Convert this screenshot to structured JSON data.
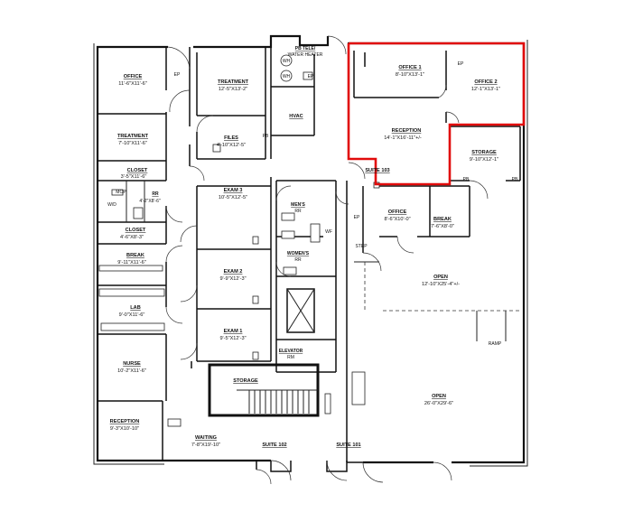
{
  "rooms": {
    "office_left": {
      "name": "OFFICE",
      "dim": "11'-6\"X11'-6\""
    },
    "treatment_top": {
      "name": "TREATMENT",
      "dim": "12'-5\"X13'-2\""
    },
    "treatment_left": {
      "name": "TREATMENT",
      "dim": "7'-10\"X11'-6\""
    },
    "files": {
      "name": "FILES",
      "dim": "4'-10\"X12'-5\""
    },
    "closet_1": {
      "name": "CLOSET",
      "dim": "3'-5\"X11'-6\""
    },
    "closet_2": {
      "name": "CLOSET",
      "dim": "4'-6\"X8'-3\""
    },
    "rr_small": {
      "name": "RR",
      "dim": "4'-2\"X8'-6\""
    },
    "break_left": {
      "name": "BREAK",
      "dim": "9'-11\"X11'-6\""
    },
    "lab": {
      "name": "LAB",
      "dim": "9'-0\"X11'-6\""
    },
    "nurse": {
      "name": "NURSE",
      "dim": "10'-2\"X11'-6\""
    },
    "reception_left": {
      "name": "RECEPTION",
      "dim": "9'-3\"X10'-10\""
    },
    "exam_3": {
      "name": "EXAM 3",
      "dim": "10'-5\"X12'-5\""
    },
    "exam_2": {
      "name": "EXAM 2",
      "dim": "9'-9\"X12'-3\""
    },
    "exam_1": {
      "name": "EXAM 1",
      "dim": "9'-5\"X12'-3\""
    },
    "storage_left": {
      "name": "STORAGE",
      "dim": ""
    },
    "waiting": {
      "name": "WAITING",
      "dim": "7'-8\"X19'-10\""
    },
    "hvac": {
      "name": "HVAC",
      "dim": ""
    },
    "pb_tele": {
      "name": "PB TELE/",
      "dim": "WATER HEATER"
    },
    "mens_rr": {
      "name": "MEN'S",
      "dim": "RR"
    },
    "womens_rr": {
      "name": "WOMEN'S",
      "dim": "RR"
    },
    "elevator": {
      "name": "ELEVATOR",
      "dim": "RM"
    },
    "office_1": {
      "name": "OFFICE 1",
      "dim": "8'-10\"X13'-1\""
    },
    "office_2": {
      "name": "OFFICE 2",
      "dim": "12'-1\"X13'-1\""
    },
    "reception_right": {
      "name": "RECEPTION",
      "dim": "14'-1\"X16'-11\"+/-"
    },
    "storage_right": {
      "name": "STORAGE",
      "dim": "9'-10\"X12'-1\""
    },
    "office_right": {
      "name": "OFFICE",
      "dim": "8'-6\"X10'-0\""
    },
    "break_right": {
      "name": "BREAK",
      "dim": "7'-6\"X8'-0\""
    },
    "open_1": {
      "name": "OPEN",
      "dim": "12'-10\"X25'-4\"+/-"
    },
    "open_2": {
      "name": "OPEN",
      "dim": "26'-0\"X29'-6\""
    }
  },
  "labels": {
    "suite_103": "SUITE 103",
    "suite_102": "SUITE 102",
    "suite_101": "SUITE 101",
    "ep_1": "EP",
    "ep_2": "EP",
    "ep_3": "EP",
    "ep_4": "EP",
    "pb_1": "PB",
    "pb_2": "PB",
    "pb_3": "PB",
    "step": "STEP",
    "ramp": "RAMP",
    "mop": "MOP",
    "wd": "W/D",
    "wf": "WF",
    "wh_1": "WH",
    "wh_2": "WH"
  },
  "colors": {
    "highlight": "#e10b0b",
    "wall": "#111111",
    "background": "#ffffff"
  }
}
